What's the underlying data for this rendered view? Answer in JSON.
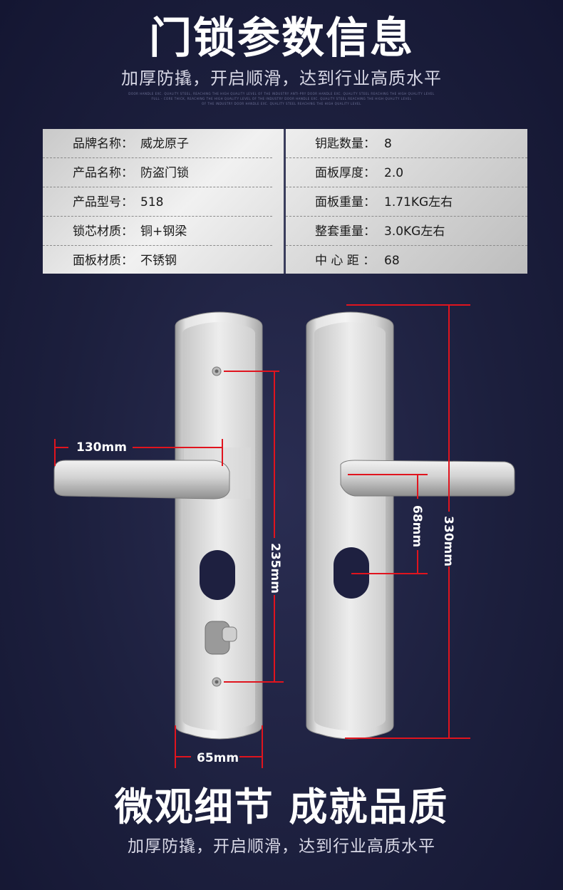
{
  "header": {
    "title": "门锁参数信息",
    "subtitle": "加厚防撬，开启顺滑，达到行业高质水平",
    "fine_print": [
      "DOOR HANDLE EXC. QUALITY STEEL, REACHING THE HIGH QUALITY LEVEL OF THE INDUSTRY ANTI-PRY DOOR HANDLE EXC. QUALITY STEEL REACHING THE HIGH QUALITY LEVEL",
      "FULL - CORE THICK, REACHING THE HIGH QUALITY LEVEL OF THE INDUSTRY DOOR HANDLE EXC. QUALITY STEEL REACHING THE HIGH QUALITY LEVEL",
      "OF THE INDUSTRY DOOR HANDLE EXC. QUALITY STEEL REACHING THE HIGH QUALITY LEVEL"
    ]
  },
  "specs": {
    "left": [
      {
        "key": "品牌名称：",
        "value": "威龙原子"
      },
      {
        "key": "产品名称：",
        "value": "防盗门锁"
      },
      {
        "key": "产品型号：",
        "value": "518"
      },
      {
        "key": "锁芯材质：",
        "value": "铜+钢梁"
      },
      {
        "key": "面板材质：",
        "value": "不锈钢"
      }
    ],
    "right": [
      {
        "key": "钥匙数量：",
        "value": "8"
      },
      {
        "key": "面板厚度：",
        "value": "2.0"
      },
      {
        "key": "面板重量：",
        "value": "1.71KG左右"
      },
      {
        "key": "整套重量：",
        "value": "3.0KG左右"
      },
      {
        "key": "中 心 距 ：",
        "value": "68"
      }
    ]
  },
  "dimensions": {
    "handle_length": "130mm",
    "hole_spacing": "235mm",
    "panel_width": "65mm",
    "center_distance": "68mm",
    "panel_height": "330mm"
  },
  "footer": {
    "title": "微观细节  成就品质",
    "subtitle": "加厚防撬，开启顺滑，达到行业高质水平"
  },
  "colors": {
    "background": "#1c1f3d",
    "dimension_line": "#e0141e",
    "divider": "#3a3d5c"
  }
}
